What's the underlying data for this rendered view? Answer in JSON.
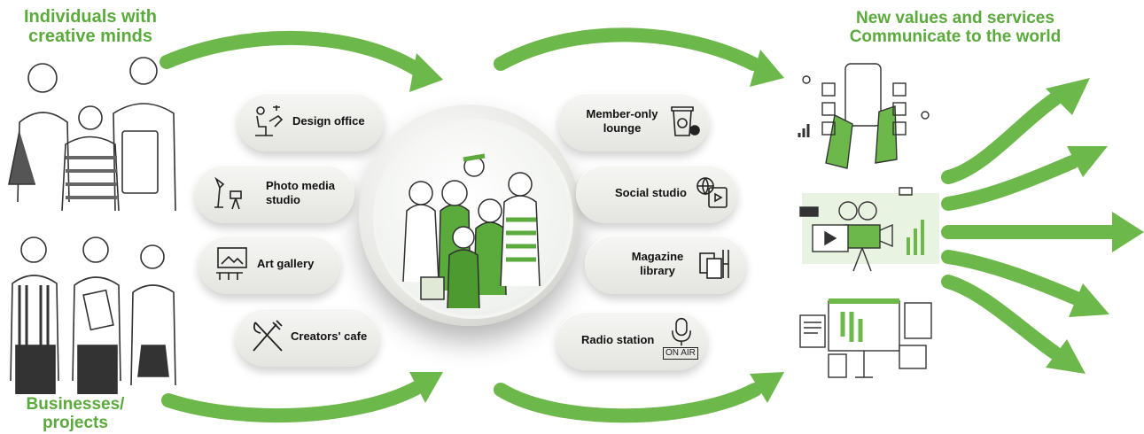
{
  "left_top_heading": [
    "Individuals with",
    "creative minds"
  ],
  "left_bottom_heading": [
    "Businesses/",
    "projects"
  ],
  "right_heading": [
    "New values and services",
    "Communicate to the world"
  ],
  "left_services": [
    {
      "label": "Design office",
      "icon": "designer-at-desk-icon"
    },
    {
      "label": "Photo media studio",
      "icon": "camera-tripod-lights-icon"
    },
    {
      "label": "Art gallery",
      "icon": "framed-picture-icon"
    },
    {
      "label": "Creators' cafe",
      "icon": "fork-knife-icon"
    }
  ],
  "right_services": [
    {
      "label": "Member-only lounge",
      "icon": "coffee-cup-icon"
    },
    {
      "label": "Social studio",
      "icon": "globe-video-icon"
    },
    {
      "label": "Magazine library",
      "icon": "magazine-rack-icon"
    },
    {
      "label": "Radio station",
      "icon": "microphone-icon",
      "badge": "ON AIR"
    }
  ],
  "illustrations": {
    "center": "group-of-creators-illustration",
    "left_top": "creative-individuals-illustration",
    "left_bottom": "business-people-illustration",
    "right": [
      "smartphone-apps-icon",
      "video-production-icon",
      "news-broadcast-icon"
    ]
  },
  "colors": {
    "accent": "#5aaa3c",
    "pill": "#ececea",
    "line": "#333333"
  }
}
